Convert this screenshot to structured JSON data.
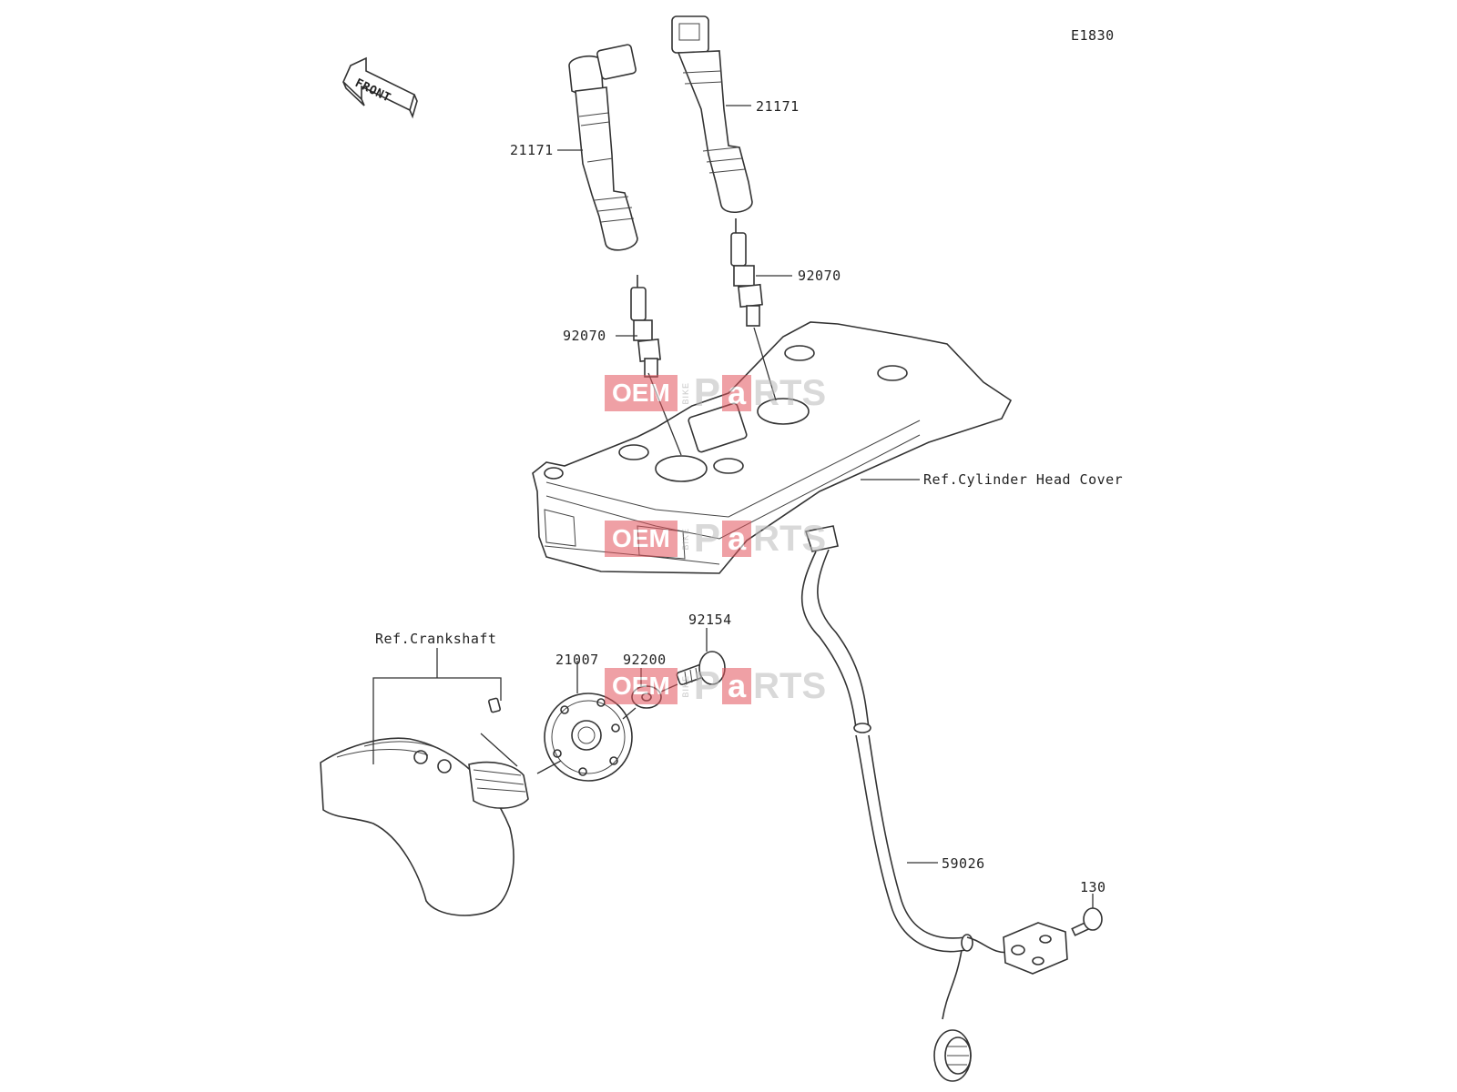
{
  "diagram_code": "E1830",
  "front_arrow_label": "FRONT",
  "watermark": {
    "oem": "OEM",
    "bike": "BIKE",
    "p": "P",
    "a": "a",
    "rts": "RTS"
  },
  "labels": {
    "coil_left": "21171",
    "coil_right": "21171",
    "plug_left": "92070",
    "plug_right": "92070",
    "head_cover_ref": "Ref.Cylinder Head Cover",
    "crankshaft_ref": "Ref.Crankshaft",
    "rotor": "21007",
    "washer": "92200",
    "bolt": "92154",
    "wire_lead": "59026",
    "screw": "130"
  }
}
